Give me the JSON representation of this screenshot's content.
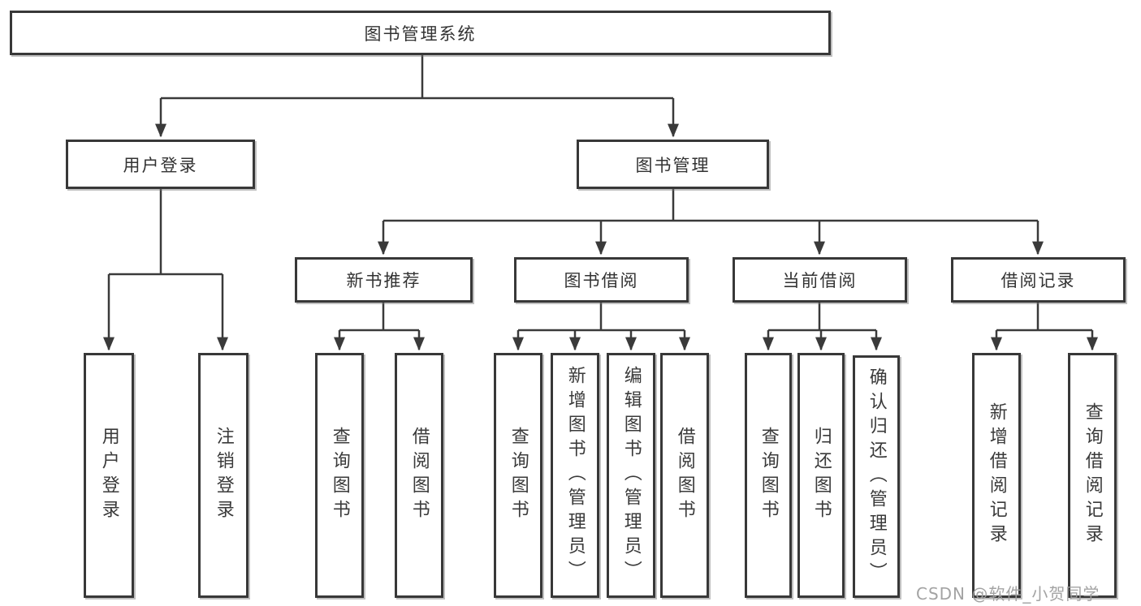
{
  "tree": {
    "root": {
      "label": "图书管理系统"
    },
    "level2": [
      {
        "label": "用户登录"
      },
      {
        "label": "图书管理"
      }
    ],
    "level3": [
      {
        "label": "新书推荐"
      },
      {
        "label": "图书借阅"
      },
      {
        "label": "当前借阅"
      },
      {
        "label": "借阅记录"
      }
    ],
    "leafGroups": [
      {
        "leaves": [
          "用户登录",
          "注销登录"
        ]
      },
      {
        "leaves": [
          "查询图书",
          "借阅图书"
        ]
      },
      {
        "leaves": [
          "查询图书",
          "新增图书（管理员）",
          "编辑图书（管理员）",
          "借阅图书"
        ]
      },
      {
        "leaves": [
          "查询图书",
          "归还图书",
          "确认归还（管理员）"
        ]
      },
      {
        "leaves": [
          "新增借阅记录",
          "查询借阅记录"
        ]
      }
    ]
  },
  "watermark": {
    "text": "CSDN @软件_小贺同学"
  },
  "colors": {
    "background": "#ffffff",
    "connector_line": "#3a3a3a",
    "box_border": "#383838",
    "box_fill": "#ffffff",
    "text": "#333333",
    "watermark": "#9e9e9e"
  }
}
